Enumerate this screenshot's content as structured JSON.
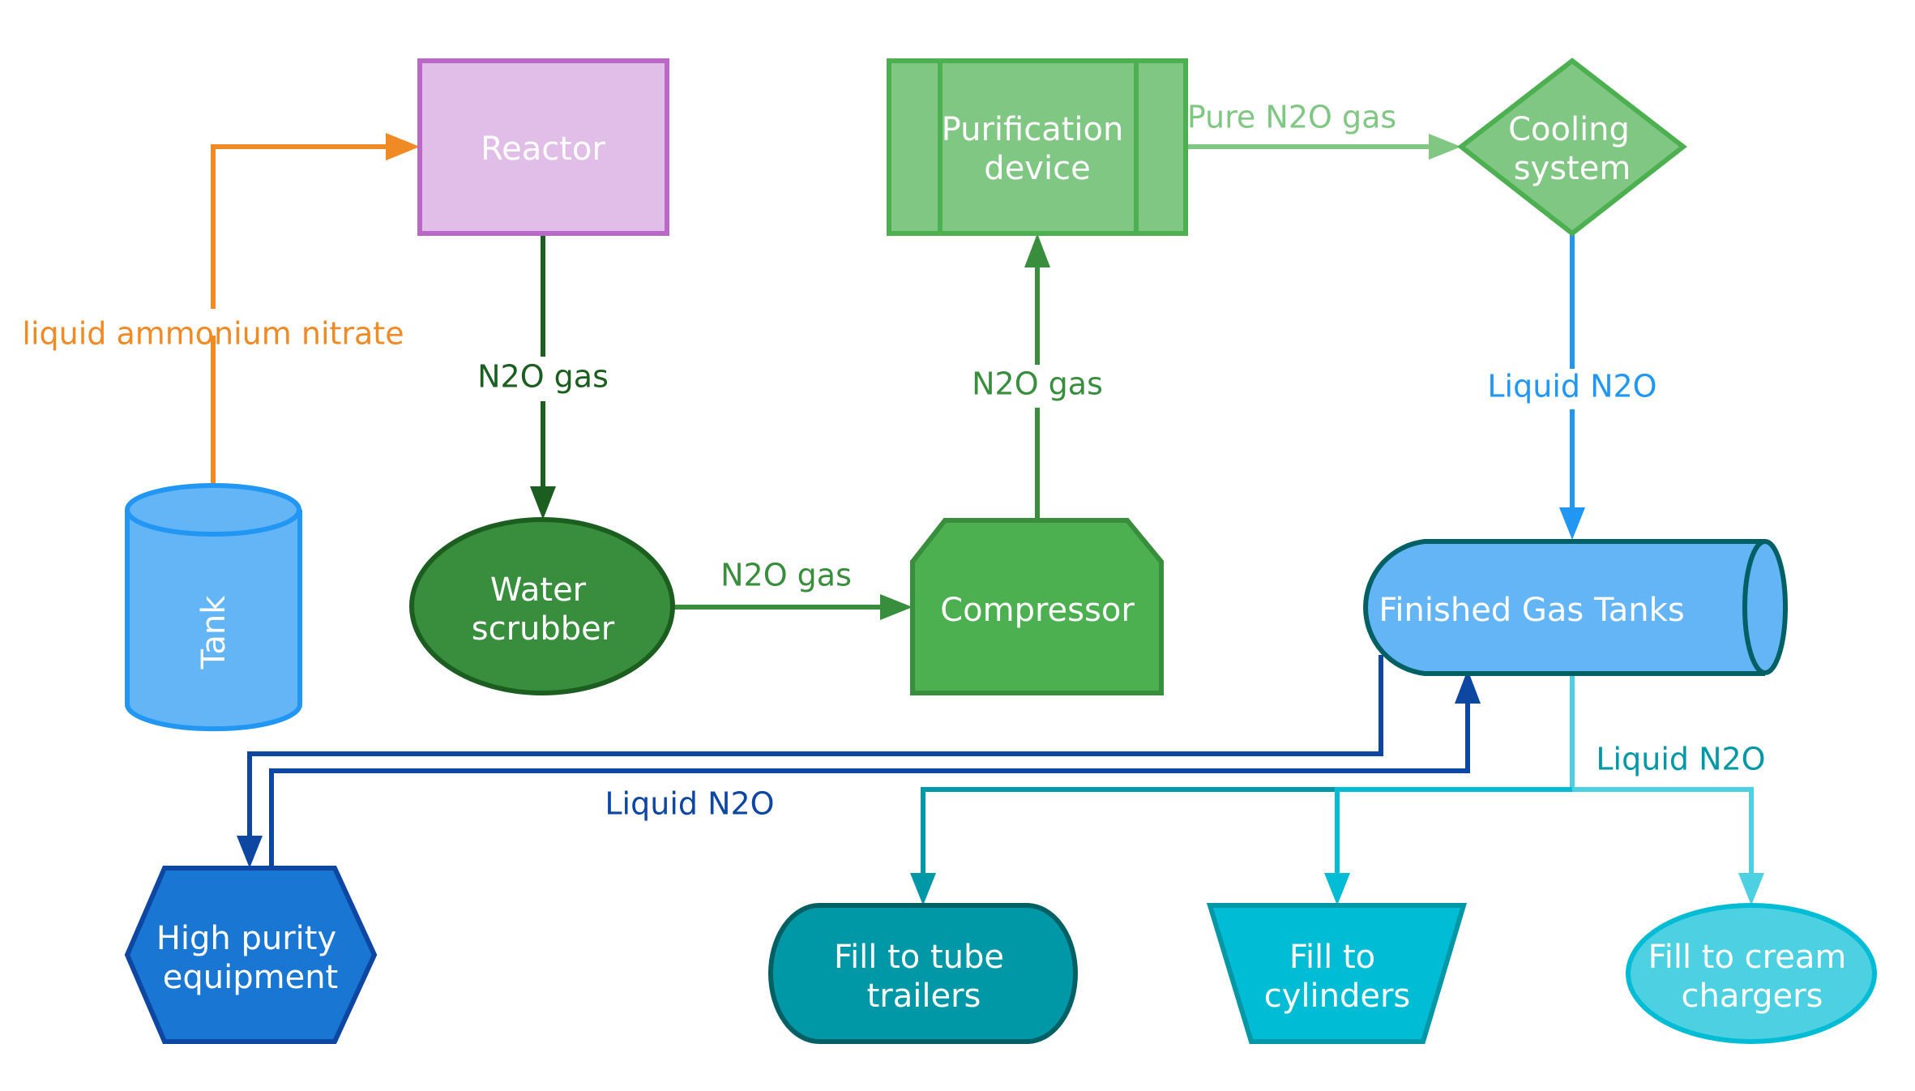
{
  "diagram": {
    "type": "process-flow",
    "nodes": {
      "reactor": {
        "label": "Reactor",
        "shape": "rectangle",
        "fill": "#E1BEE7",
        "stroke": "#BA68C8"
      },
      "purification": {
        "label_lines": [
          "Purification",
          "device"
        ],
        "shape": "process-with-side-bars",
        "fill": "#81C784",
        "stroke": "#4CAF50"
      },
      "cooling": {
        "label_lines": [
          "Cooling",
          "system"
        ],
        "shape": "diamond",
        "fill": "#81C784",
        "stroke": "#4CAF50"
      },
      "tank": {
        "label": "Tank",
        "shape": "vertical-cylinder",
        "fill": "#64B5F6",
        "stroke": "#2196F3"
      },
      "scrubber": {
        "label_lines": [
          "Water",
          "scrubber"
        ],
        "shape": "ellipse",
        "fill": "#388E3C",
        "stroke": "#1B5E20"
      },
      "compressor": {
        "label": "Compressor",
        "shape": "chamfered-box",
        "fill": "#4CAF50",
        "stroke": "#388E3C"
      },
      "finished_tanks": {
        "label": "Finished Gas Tanks",
        "shape": "horizontal-cylinder",
        "fill": "#64B5F6",
        "stroke": "#006064"
      },
      "high_purity": {
        "label_lines": [
          "High purity",
          "equipment"
        ],
        "shape": "hexagon",
        "fill": "#1976D2",
        "stroke": "#0D47A1"
      },
      "tube_trailers": {
        "label_lines": [
          "Fill to tube",
          "trailers"
        ],
        "shape": "rounded-terminal",
        "fill": "#0097A7",
        "stroke": "#006064"
      },
      "cylinders": {
        "label_lines": [
          "Fill to",
          "cylinders"
        ],
        "shape": "trapezoid",
        "fill": "#00BCD4",
        "stroke": "#0097A7"
      },
      "cream_chargers": {
        "label_lines": [
          "Fill to cream",
          "chargers"
        ],
        "shape": "ellipse",
        "fill": "#4DD0E1",
        "stroke": "#00BCD4"
      }
    },
    "edges": [
      {
        "from": "tank",
        "to": "reactor",
        "label": "liquid ammonium nitrate",
        "color": "#F08A24"
      },
      {
        "from": "reactor",
        "to": "scrubber",
        "label": "N2O gas",
        "color": "#1B5E20"
      },
      {
        "from": "scrubber",
        "to": "compressor",
        "label": "N2O gas",
        "color": "#388E3C"
      },
      {
        "from": "compressor",
        "to": "purification",
        "label": "N2O gas",
        "color": "#388E3C"
      },
      {
        "from": "purification",
        "to": "cooling",
        "label": "Pure N2O gas",
        "color": "#81C784"
      },
      {
        "from": "cooling",
        "to": "finished_tanks",
        "label": "Liquid N2O",
        "color": "#2196F3"
      },
      {
        "from": "finished_tanks",
        "to": "high_purity",
        "label": "Liquid N2O",
        "color": "#0D47A1"
      },
      {
        "from": "high_purity",
        "to": "finished_tanks",
        "label": "",
        "color": "#0D47A1"
      },
      {
        "from": "finished_tanks",
        "to": "tube_trailers",
        "label": "Liquid N2O",
        "color": "#0097A7"
      },
      {
        "from": "finished_tanks",
        "to": "cylinders",
        "label": "",
        "color": "#00BCD4"
      },
      {
        "from": "finished_tanks",
        "to": "cream_chargers",
        "label": "",
        "color": "#4DD0E1"
      }
    ],
    "edge_labels": {
      "ammonium": "liquid ammonium nitrate",
      "reactor_scrubber": "N2O gas",
      "scrubber_compressor": "N2O gas",
      "compressor_purification": "N2O gas",
      "pure_gas": "Pure N2O gas",
      "cooling_liquid": "Liquid N2O",
      "high_purity_liquid": "Liquid N2O",
      "fill_liquid": "Liquid N2O"
    }
  }
}
